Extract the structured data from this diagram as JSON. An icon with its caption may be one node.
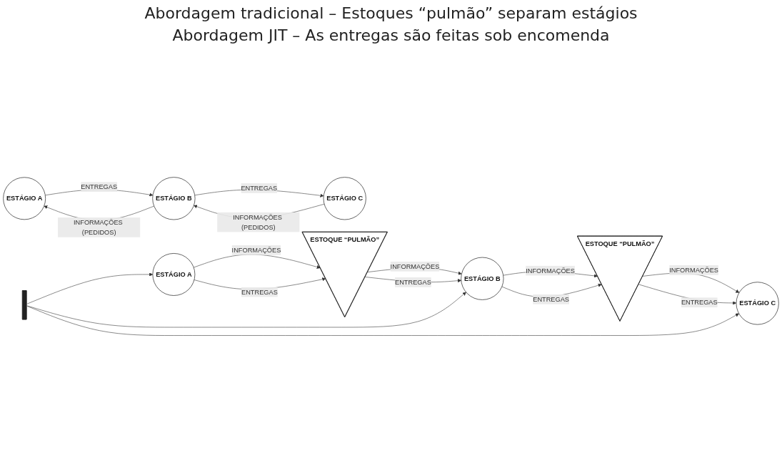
{
  "diagram": {
    "title": "Abordagem tradicional – Estoques “pulmão” separam estágios",
    "nodes": [
      {
        "text": [],
        "shape": "bar"
      },
      {
        "text": [
          "ESTÁGIO A"
        ]
      },
      {
        "text": [
          "ESTOQUE “PULMÃO”"
        ]
      },
      {
        "text": [
          "ESTÁGIO B"
        ]
      },
      {
        "text": [
          "ESTOQUE “PULMÃO”"
        ]
      },
      {
        "text": [
          "ESTÁGIO C"
        ]
      },
      {
        "text": [
          "ESTÁGIO A"
        ]
      },
      {
        "text": [
          "ESTÁGIO B"
        ]
      },
      {
        "text": [
          "ESTÁGIO C"
        ]
      }
    ],
    "edges": [
      {
        "from": 0,
        "to": 1,
        "arrow": "to"
      },
      {
        "from": 0,
        "to": 3,
        "arrow": "to"
      },
      {
        "from": 0,
        "to": 5,
        "arrow": "to"
      },
      {
        "from": 1,
        "to": 2,
        "arrow": "to",
        "label": "INFORMAÇÕES"
      },
      {
        "from": 1,
        "to": 2,
        "arrow": "to",
        "label": "ENTREGAS"
      },
      {
        "from": 2,
        "to": 3,
        "arrow": "to",
        "label": "INFORMAÇÕES"
      },
      {
        "from": 2,
        "to": 3,
        "arrow": "to",
        "label": "ENTREGAS"
      },
      {
        "from": 3,
        "to": 4,
        "arrow": "to",
        "label": "INFORMAÇÕES"
      },
      {
        "from": 3,
        "to": 4,
        "arrow": "to",
        "label": "ENTREGAS"
      },
      {
        "from": 4,
        "to": 5,
        "arrow": "to",
        "label": "INFORMAÇÕES"
      },
      {
        "from": 4,
        "to": 5,
        "arrow": "to",
        "label": "ENTREGAS"
      },
      {
        "from": 7,
        "to": 6,
        "arrow": "to",
        "label": "INFORMAÇÕES (PEDIDOS)"
      },
      {
        "from": 8,
        "to": 7,
        "arrow": "to",
        "label": "INFORMAÇÕES (PEDIDOS)"
      },
      {
        "from": 6,
        "to": 7,
        "arrow": "to",
        "label": "ENTREGAS"
      },
      {
        "from": 7,
        "to": 8,
        "arrow": "to",
        "label": "ENTREGAS"
      }
    ],
    "labels": [
      "Abordagem JIT – As entregas são feitas sob encomenda"
    ]
  }
}
